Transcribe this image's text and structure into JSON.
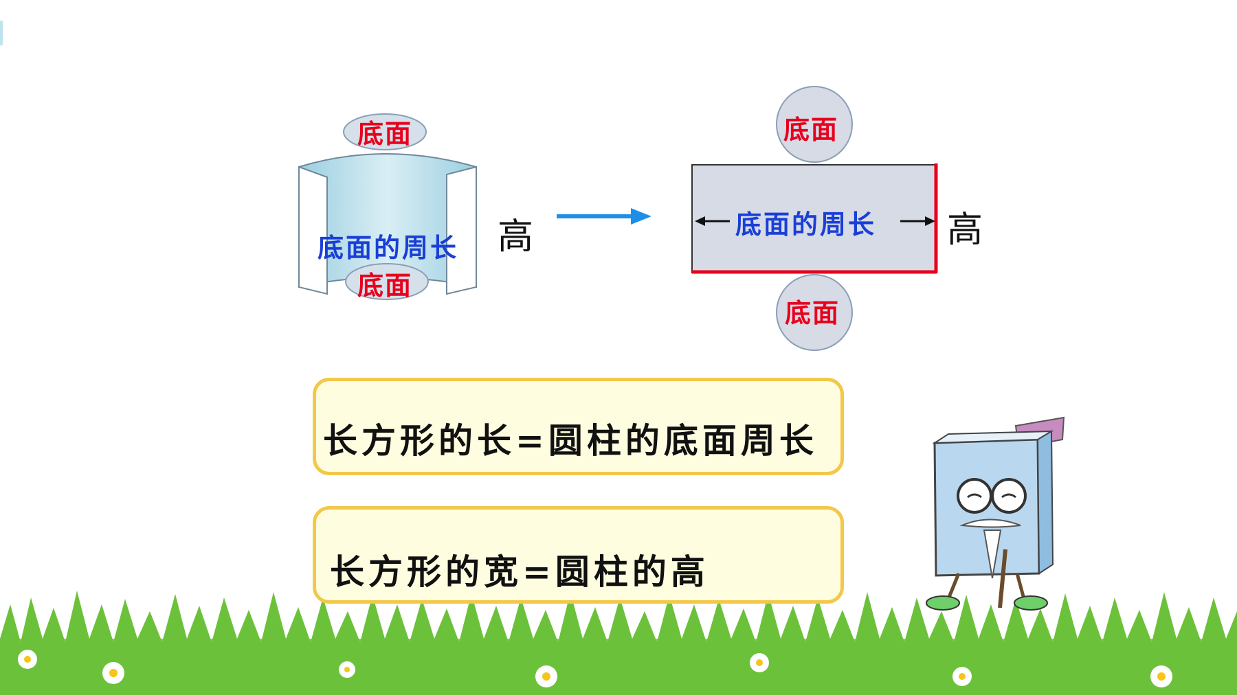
{
  "cylinder": {
    "top_face_label": "底面",
    "bottom_face_label": "底面",
    "side_label": "底面的周长",
    "height_label": "高"
  },
  "net": {
    "top_circle_label": "底面",
    "bottom_circle_label": "底面",
    "rect_length_label": "底面的周长",
    "height_label": "高"
  },
  "formulas": {
    "length_rule": "长方形的长=圆柱的底面周长",
    "width_rule": "长方形的宽=圆柱的高"
  },
  "colors": {
    "face_label": "#e8001c",
    "perimeter_label": "#1a3fd6",
    "arrow": "#1e8fe8",
    "highlight_edge": "#e8001c",
    "box_border": "#f2c84b",
    "box_fill": "#fffde0",
    "grass": "#5cb82a"
  }
}
